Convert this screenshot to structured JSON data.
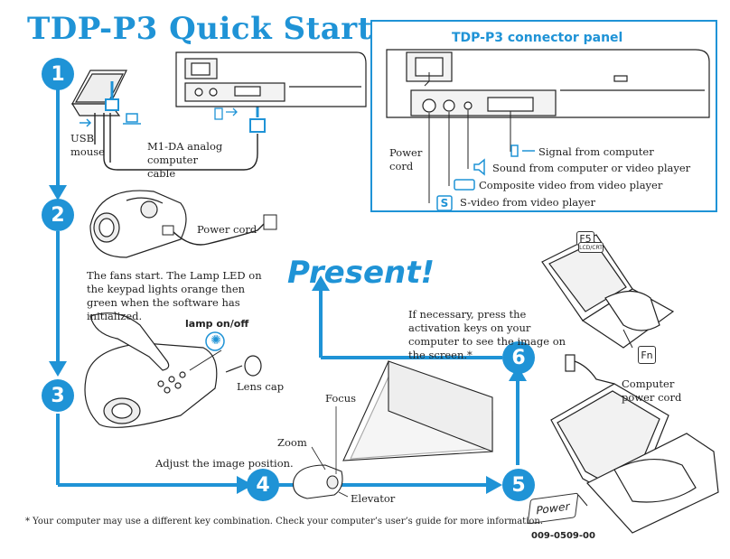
{
  "title": "TDP-P3 Quick Start",
  "present": "Present!",
  "panel": {
    "title": "TDP-P3 connector panel",
    "power_cord": "Power cord",
    "signal": "Signal from computer",
    "sound": "Sound from computer or video player",
    "composite": "Composite video from video player",
    "svideo": "S-video from video player",
    "s_badge": "S"
  },
  "steps": [
    "1",
    "2",
    "3",
    "4",
    "5",
    "6"
  ],
  "step1": {
    "usb_mouse": "USB mouse",
    "cable": "M1-DA analog computer cable"
  },
  "step2": {
    "power_cord": "Power cord",
    "fans": "The fans start. The Lamp LED on the keypad lights orange then green when the software has initialized."
  },
  "step3": {
    "lamp": "lamp on/off",
    "lens_cap": "Lens cap"
  },
  "step4": {
    "adjust": "Adjust the image position.",
    "zoom": "Zoom",
    "focus": "Focus",
    "elevator": "Elevator"
  },
  "step6": {
    "activation": "If necessary, press the activation keys on your computer to see the image on the screen.*",
    "computer_power_cord": "Computer power cord",
    "key_fn": "Fn",
    "key_f5": "F5",
    "key_lcdcrt": "LCD/CRT",
    "power_key": "Power"
  },
  "footnote": "* Your computer may use a different key combination. Check your computer’s user’s guide for more information.",
  "code": "009-0509-00",
  "colors": {
    "accent": "#1f93d6"
  }
}
